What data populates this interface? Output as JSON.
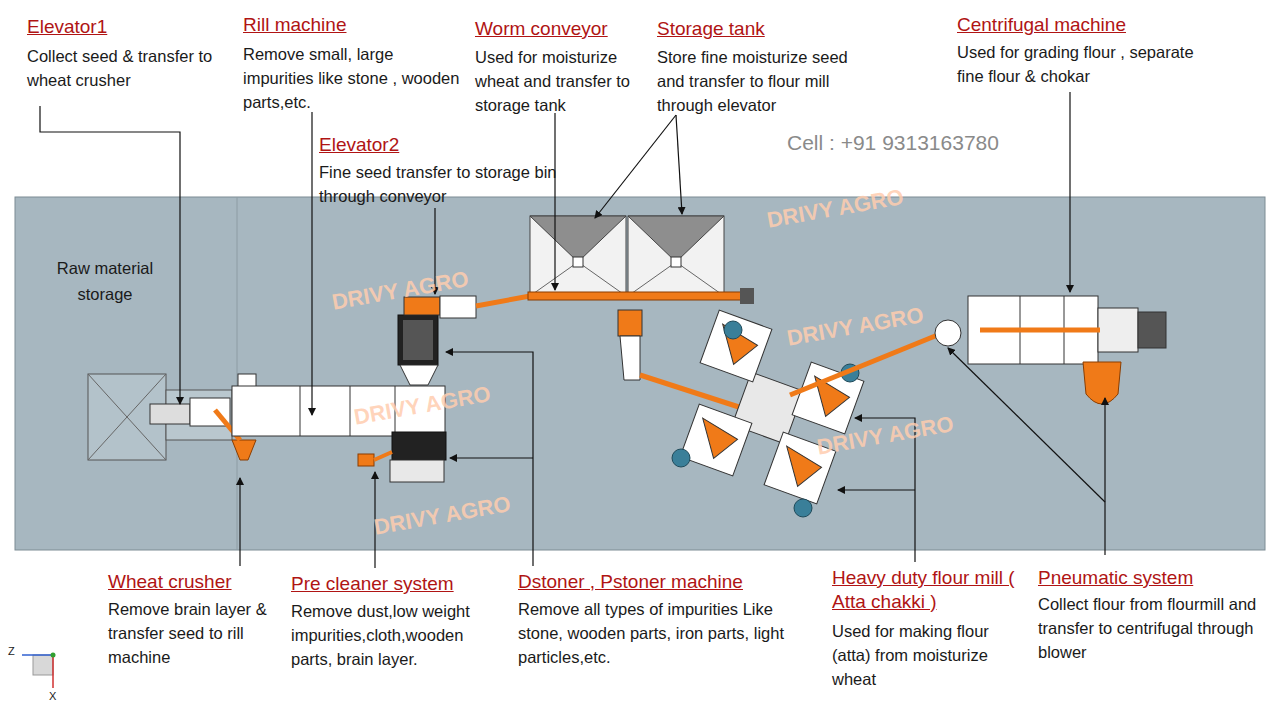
{
  "diagram": {
    "labels": [
      "Elevator1",
      "Collect seed & transfer to wheat crusher",
      "Rill machine",
      "Remove small, large impurities like stone , wooden parts,etc.",
      "Worm conveyor",
      "Used for moisturize wheat and transfer to storage tank",
      "Storage tank",
      "Store fine moisturize seed and transfer to flour mill through elevator",
      "Centrifugal machine",
      "Used for grading flour , separate fine flour & chokar",
      "Elevator2",
      "Fine seed transfer to storage bin through conveyor",
      "Cell : +91 9313163780",
      "Raw material storage",
      "DRIVY AGRO",
      "DRIVY AGRO",
      "DRIVY AGRO",
      "DRIVY AGRO",
      "DRIVY AGRO",
      "DRIVY AGRO",
      "Wheat crusher",
      "Remove brain layer & transfer seed to rill machine",
      "Pre cleaner system",
      "Remove dust,low weight impurities,cloth,wooden parts, brain layer.",
      "Dstoner , Pstoner machine",
      "Remove all types of impurities Like stone, wooden parts, iron parts, light particles,etc.",
      "Heavy duty flour mill ( Atta chakki )",
      "Used for making flour (atta) from moisturize wheat",
      "Pneumatic system",
      "Collect flour from flourmill and transfer to centrifugal through blower",
      "Z",
      "X"
    ]
  }
}
